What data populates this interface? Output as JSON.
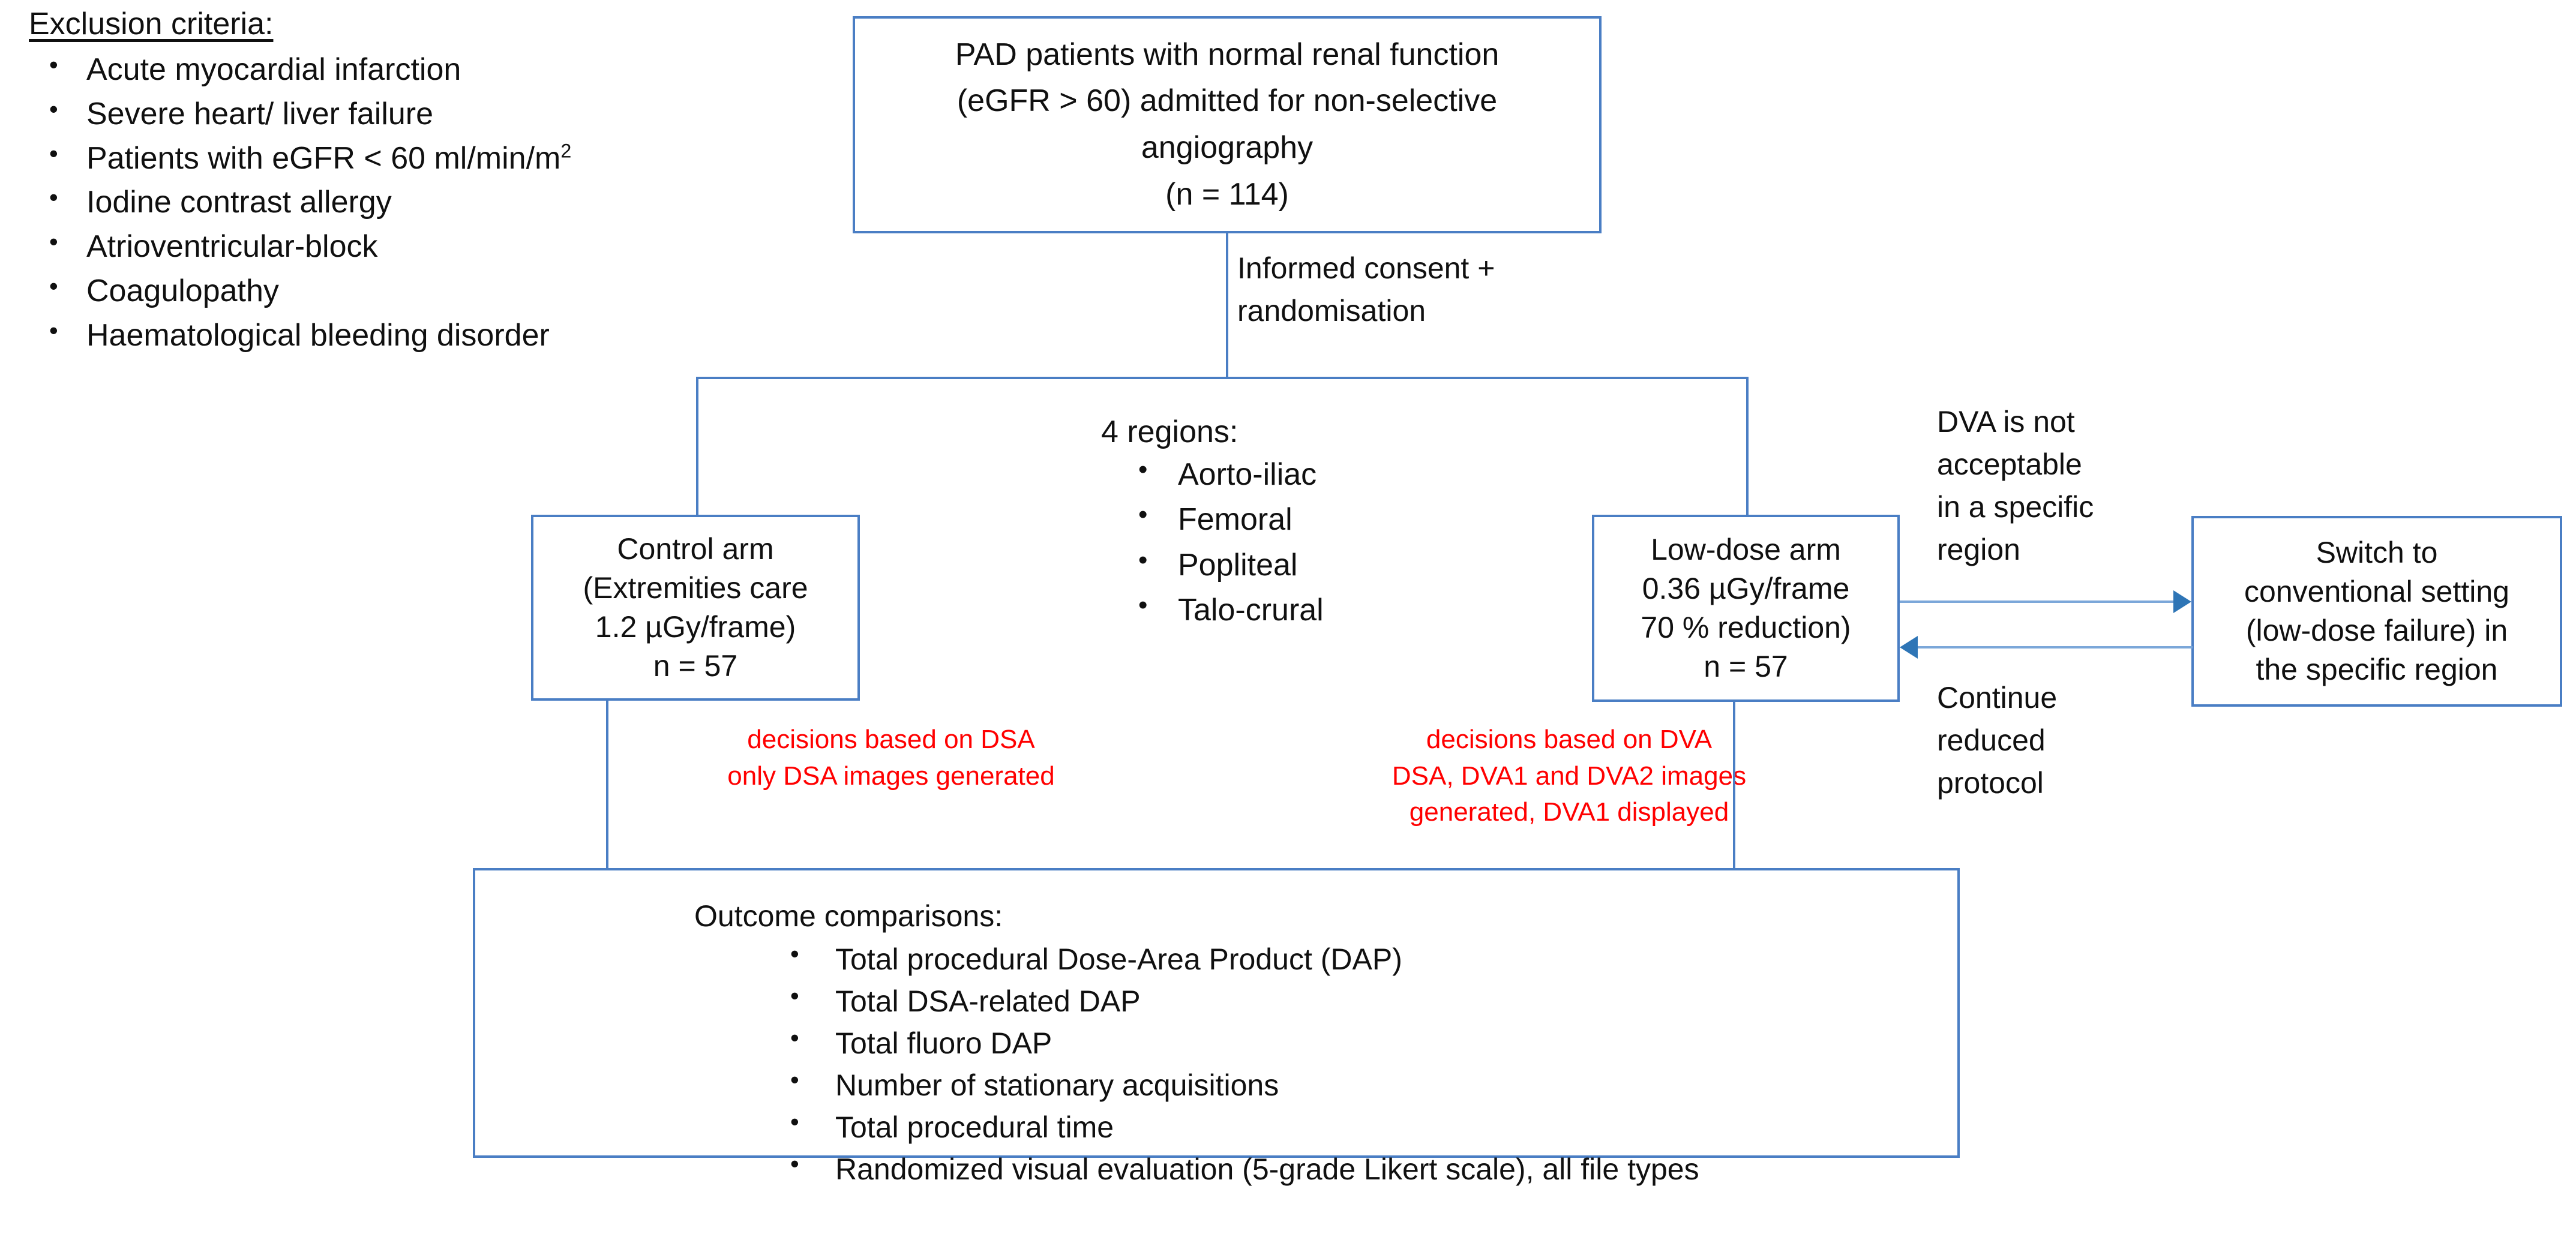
{
  "exclusion": {
    "title": "Exclusion criteria:",
    "items": [
      "Acute myocardial infarction",
      "Severe heart/ liver failure",
      "Patients with eGFR < 60 ml/min/m",
      "Iodine contrast allergy",
      "Atrioventricular-block",
      "Coagulopathy",
      "Haematological bleeding disorder"
    ],
    "superscript": "2"
  },
  "top_box": {
    "line1": "PAD patients with normal renal function",
    "line2": "(eGFR > 60) admitted for non-selective",
    "line3": "angiography",
    "line4": "(n = 114)"
  },
  "consent": {
    "line1": "Informed consent  +",
    "line2": "randomisation"
  },
  "regions": {
    "header": "4 regions:",
    "items": [
      "Aorto-iliac",
      "Femoral",
      "Popliteal",
      "Talo-crural"
    ]
  },
  "control_arm": {
    "line1": "Control arm",
    "line2": "(Extremities care",
    "line3": "1.2 µGy/frame)",
    "line4": "n = 57"
  },
  "lowdose_arm": {
    "line1": "Low-dose arm",
    "line2": "0.36 µGy/frame",
    "line3": "70 % reduction)",
    "line4": "n = 57"
  },
  "switch_box": {
    "line1": "Switch to",
    "line2": "conventional setting",
    "line3": "(low-dose failure) in",
    "line4": "the specific region"
  },
  "dva_label": {
    "line1": "DVA is not",
    "line2": "acceptable",
    "line3": "in a specific",
    "line4": "region"
  },
  "continue_label": {
    "line1": "Continue",
    "line2": "reduced",
    "line3": "protocol"
  },
  "red_left": {
    "line1": "decisions based on DSA",
    "line2": "only DSA images generated"
  },
  "red_right": {
    "line1": "decisions based on DVA",
    "line2": "DSA, DVA1 and DVA2 images",
    "line3": "generated, DVA1 displayed"
  },
  "outcome": {
    "header": "Outcome comparisons:",
    "items": [
      "Total procedural Dose-Area Product (DAP)",
      "Total DSA-related DAP",
      "Total fluoro DAP",
      "Number of stationary acquisitions",
      "Total procedural time",
      "Randomized visual evaluation (5-grade Likert scale), all file types"
    ]
  },
  "colors": {
    "box_border": "#4a7ec4",
    "connector": "#4a7ec4",
    "arrow": "#2e75b6",
    "annotation_red": "#ff0000",
    "text": "#101010"
  }
}
